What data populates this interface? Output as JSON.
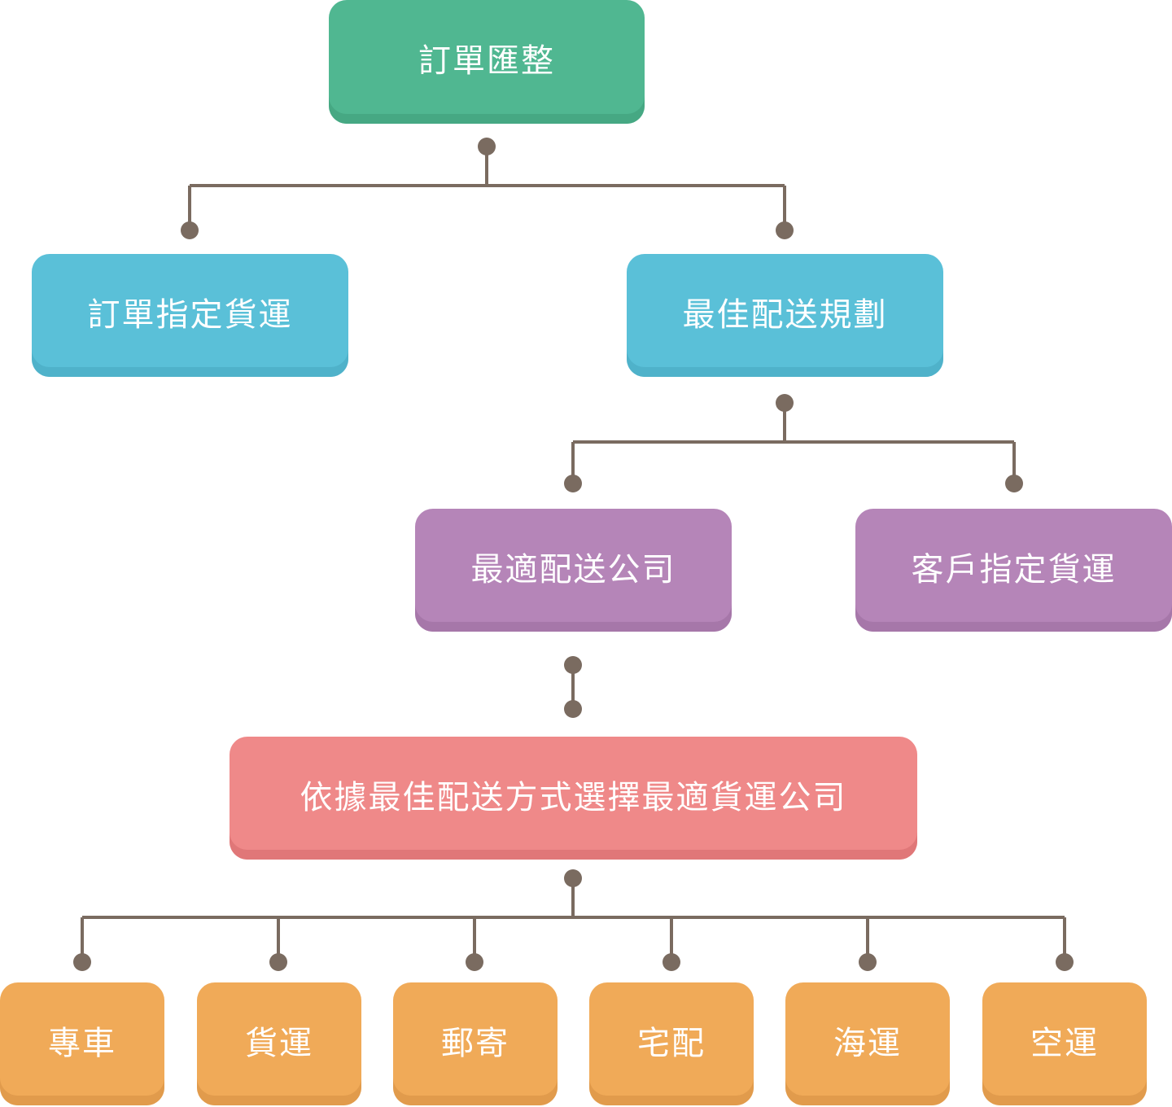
{
  "nodes": {
    "root": "訂單匯整",
    "order_assigned": "訂單指定貨運",
    "best_plan": "最佳配送規劃",
    "best_company": "最適配送公司",
    "customer_assigned": "客戶指定貨運",
    "select_by_best": "依據最佳配送方式選擇最適貨運公司",
    "methods": [
      "專車",
      "貨運",
      "郵寄",
      "宅配",
      "海運",
      "空運"
    ]
  },
  "colors": {
    "level1": "#50b791",
    "level2": "#5ac0d8",
    "level3": "#b585b8",
    "level4": "#ef8989",
    "level5": "#f0aa58",
    "connector": "#7a6b60"
  }
}
